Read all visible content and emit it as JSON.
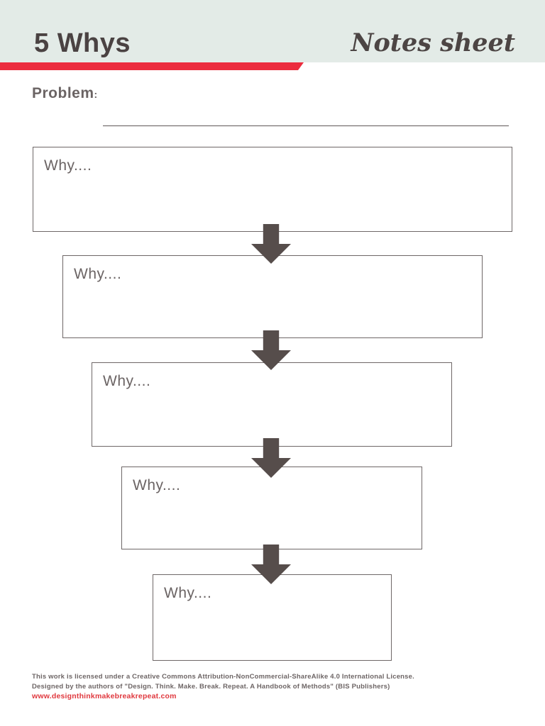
{
  "header": {
    "title": "5 Whys",
    "subtitle": "Notes sheet"
  },
  "problem": {
    "label": "Problem",
    "colon": ":"
  },
  "why_boxes": [
    {
      "label": "Why...."
    },
    {
      "label": "Why...."
    },
    {
      "label": "Why...."
    },
    {
      "label": "Why...."
    },
    {
      "label": "Why...."
    }
  ],
  "footer": {
    "license_line": "This work is licensed under a Creative Commons Attribution-NonCommercial-ShareAlike 4.0 International License.",
    "credit_line": "Designed by the authors of \"Design. Think. Make. Break. Repeat. A Handbook of Methods\" (BIS Publishers)",
    "url": "www.designthinkmakebreakrepeat.com"
  },
  "colors": {
    "band_green": "#e3ebe7",
    "accent_red": "#ec2c3e",
    "title_dark": "#4a4242",
    "text_gray": "#6b6464",
    "arrow_taupe": "#564d4b",
    "box_border": "#6e6767",
    "url_red": "#e0393f"
  }
}
